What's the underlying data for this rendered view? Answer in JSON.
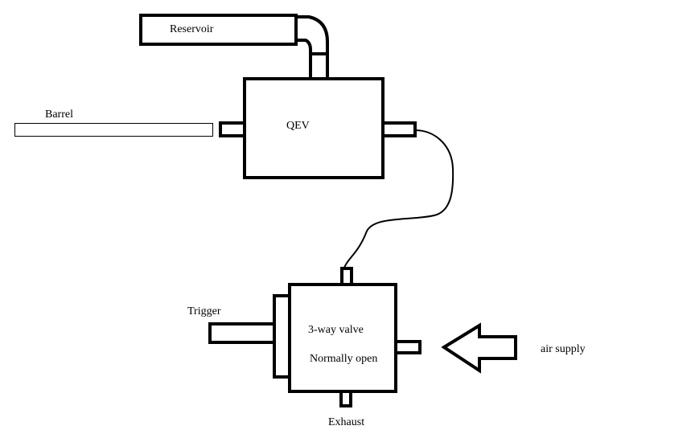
{
  "labels": {
    "reservoir": "Reservoir",
    "barrel": "Barrel",
    "qev": "QEV",
    "trigger": "Trigger",
    "valve_line1": "3-way valve",
    "valve_line2": "Normally open",
    "air_supply": "air supply",
    "exhaust": "Exhaust"
  },
  "colors": {
    "stroke": "#000000",
    "background": "#ffffff"
  }
}
